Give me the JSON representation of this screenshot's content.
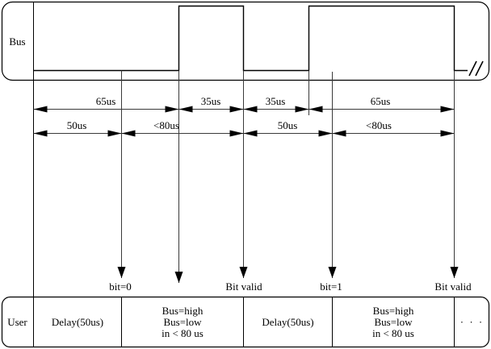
{
  "bus_box": {
    "label": "Bus"
  },
  "user_box": {
    "label": "User"
  },
  "timing_row1": [
    "65us",
    "35us",
    "35us",
    "65us"
  ],
  "timing_row2": [
    "50us",
    "<80us",
    "50us",
    "<80us"
  ],
  "annotations": [
    "bit=0",
    "Bit valid",
    "bit=1",
    "Bit valid"
  ],
  "user_cells": {
    "cell1": "Delay(50us)",
    "cell2": [
      "Bus=high",
      "Bus=low",
      "in < 80 us"
    ],
    "cell3": "Delay(50us)",
    "cell4": [
      "Bus=high",
      "Bus=low",
      "in < 80 us"
    ],
    "cell5": "· · ·"
  }
}
